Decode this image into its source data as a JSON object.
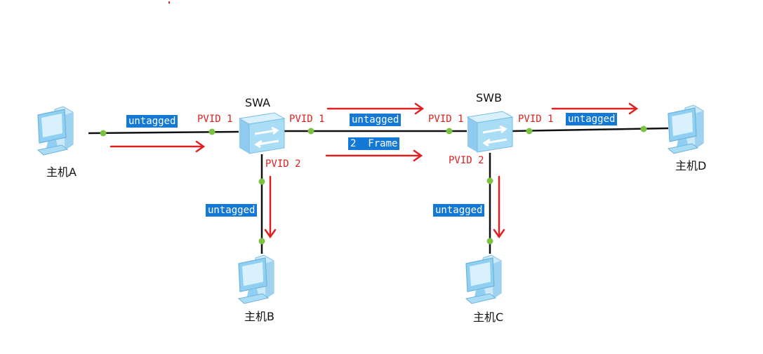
{
  "switches": {
    "swa": {
      "name": "SWA"
    },
    "swb": {
      "name": "SWB"
    }
  },
  "hosts": {
    "a": {
      "name": "主机A"
    },
    "b": {
      "name": "主机B"
    },
    "c": {
      "name": "主机C"
    },
    "d": {
      "name": "主机D"
    }
  },
  "ports": {
    "swa_left": "PVID 1",
    "swa_right": "PVID 1",
    "swa_down": "PVID 2",
    "swb_left": "PVID 1",
    "swb_right": "PVID 1",
    "swb_down": "PVID 2"
  },
  "badges": {
    "host_a_link": "untagged",
    "trunk_top": "untagged",
    "trunk_bottom": "2  Frame",
    "host_d_link": "untagged",
    "host_b_link": "untagged",
    "host_c_link": "untagged"
  },
  "colors": {
    "link": "#111111",
    "port_dot": "#7cc242",
    "arrow": "#e02020",
    "badge_bg": "#1378d6",
    "badge_text": "#ffffff",
    "pvid_text": "#e02020",
    "device": "#a9dcf5"
  },
  "icons": {
    "host": "computer-icon",
    "switch": "switch-icon"
  }
}
